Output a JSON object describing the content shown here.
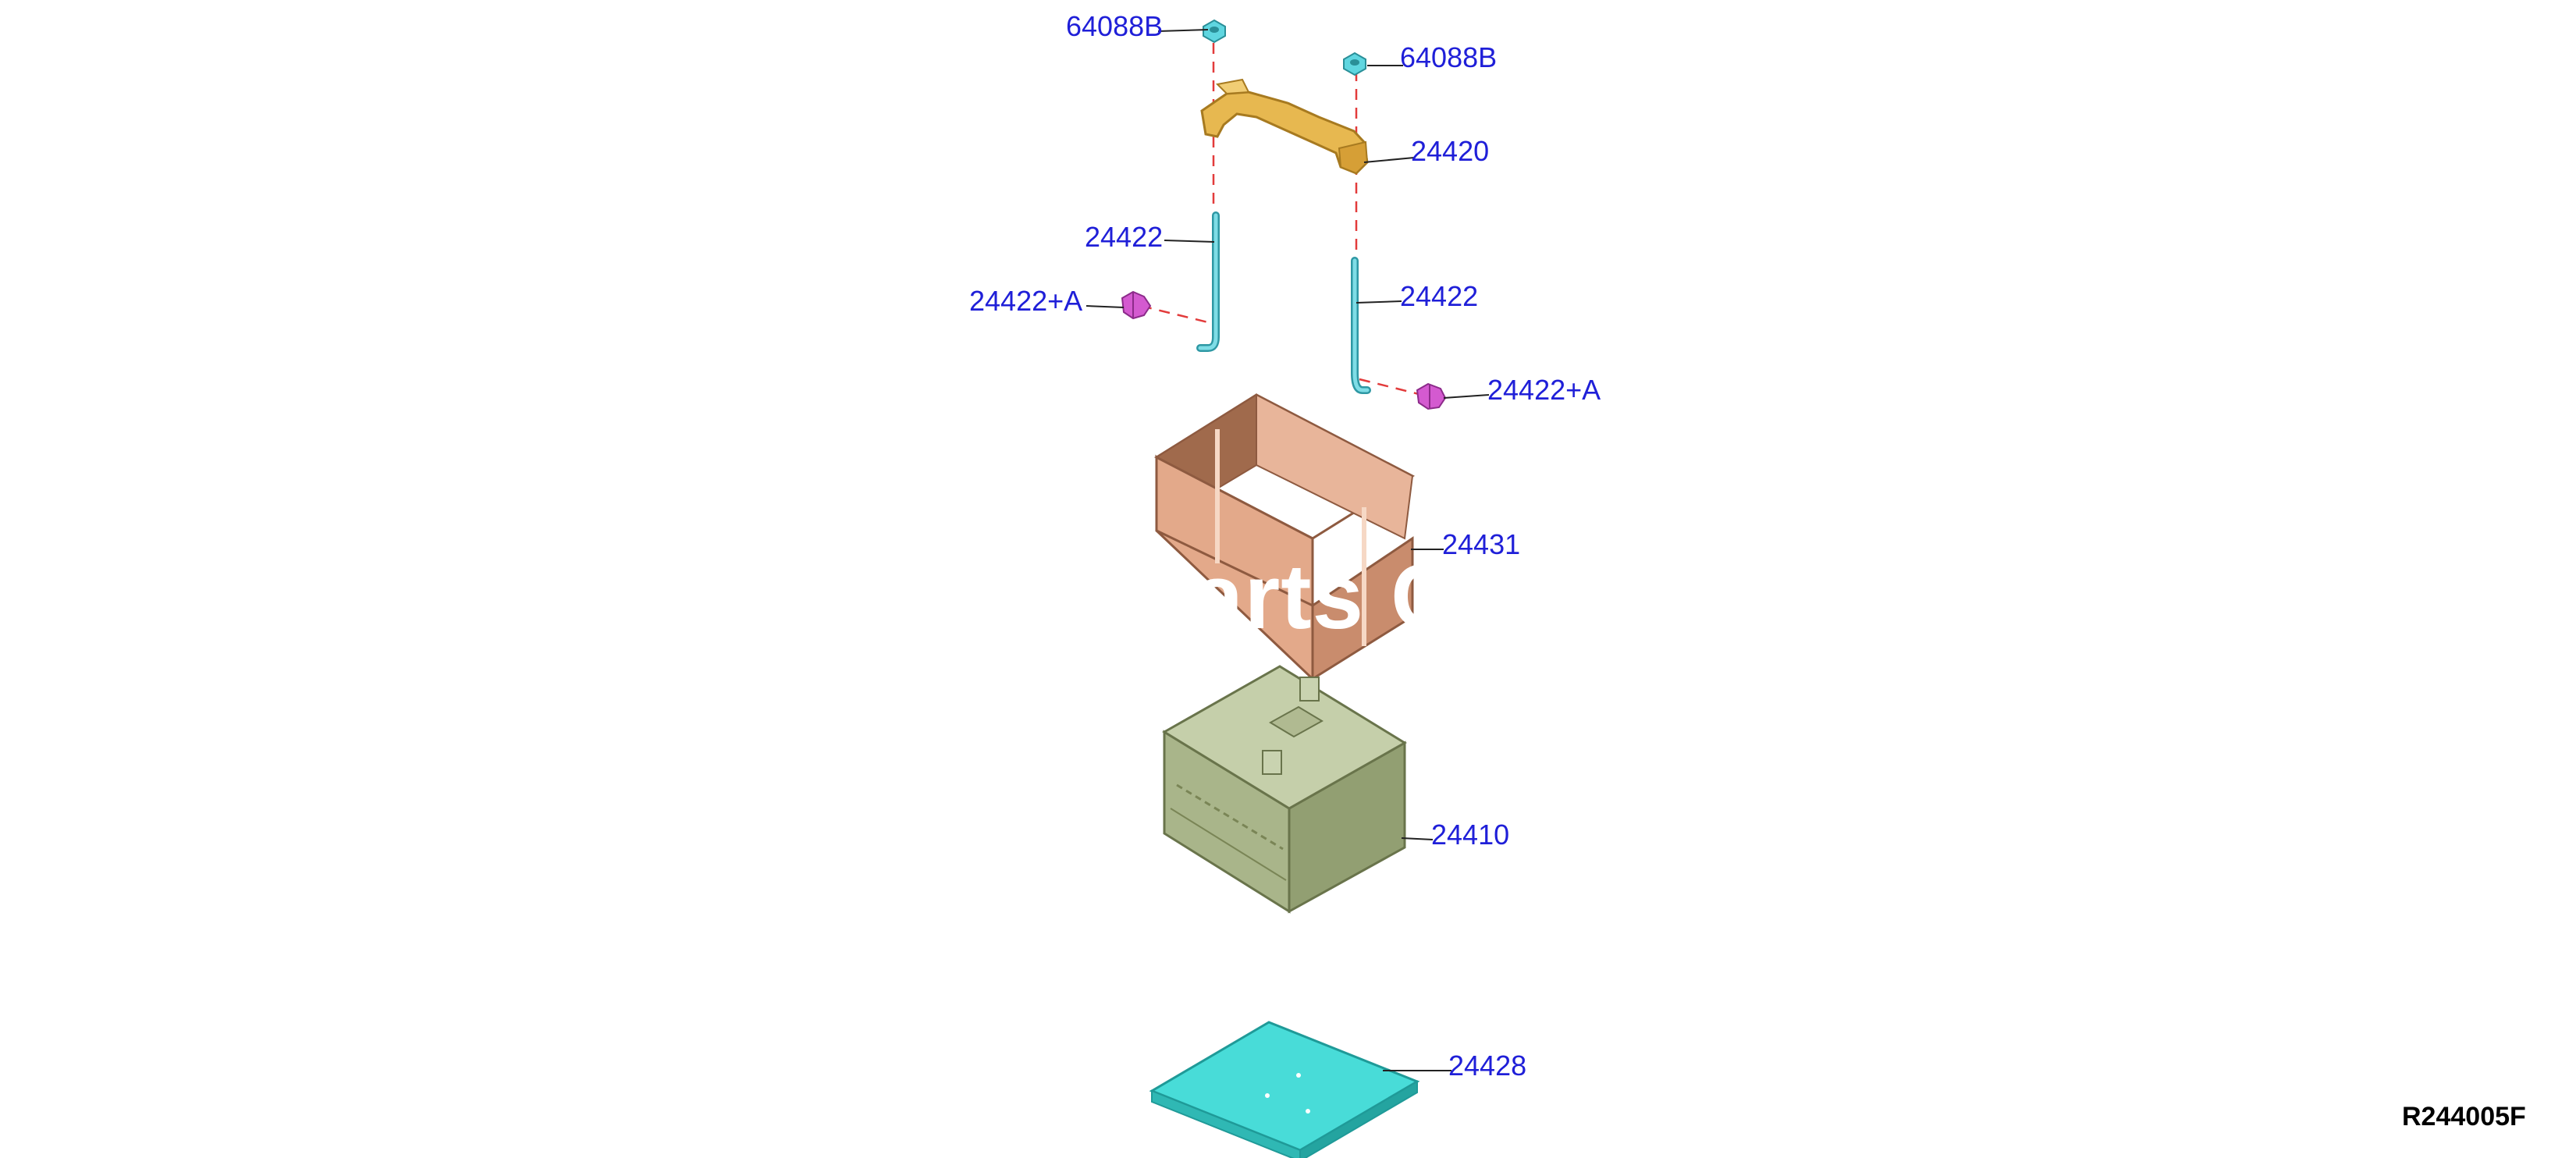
{
  "diagram": {
    "reference_code": "R244005F",
    "watermark_text": "Parts C",
    "colors": {
      "label": "#1f1fd8",
      "dash_line": "#e23b3b",
      "leader_line": "#222222",
      "nut": "#5fd6e0",
      "bracket": "#e7b850",
      "rod": "#6fd3df",
      "clip": "#d45ad0",
      "spacer": "#e3a98a",
      "battery": "#a9b58a",
      "tray": "#48dcd8"
    },
    "callouts": [
      {
        "id": "nut-left",
        "label": "64088B"
      },
      {
        "id": "nut-right",
        "label": "64088B"
      },
      {
        "id": "bracket",
        "label": "24420"
      },
      {
        "id": "rod-left",
        "label": "24422"
      },
      {
        "id": "rod-right",
        "label": "24422"
      },
      {
        "id": "clip-left",
        "label": "24422+A"
      },
      {
        "id": "clip-right",
        "label": "24422+A"
      },
      {
        "id": "spacer",
        "label": "24431"
      },
      {
        "id": "battery",
        "label": "24410"
      },
      {
        "id": "tray",
        "label": "24428"
      }
    ]
  }
}
